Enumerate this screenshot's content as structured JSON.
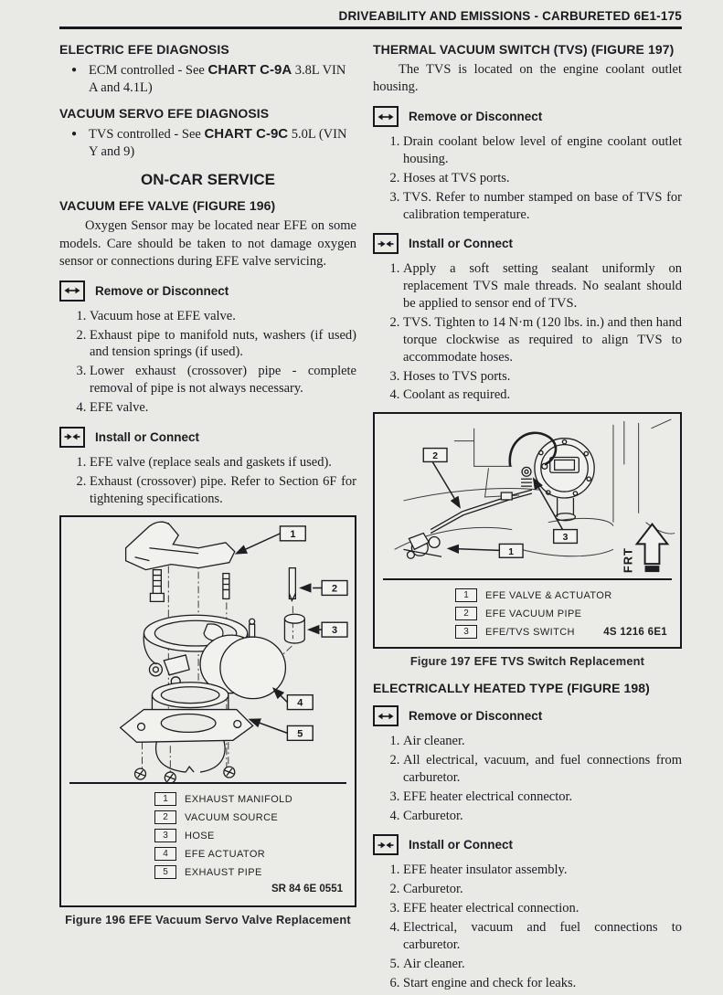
{
  "header": {
    "title": "DRIVEABILITY AND EMISSIONS - CARBURETED 6E1-175"
  },
  "left": {
    "s1_title": "ELECTRIC EFE DIAGNOSIS",
    "s1_bullet": {
      "pre": "ECM controlled - See ",
      "bold": "CHART C-9A",
      "post": " 3.8L VIN A and 4.1L)"
    },
    "s2_title": "VACUUM SERVO EFE DIAGNOSIS",
    "s2_bullet": {
      "pre": "TVS controlled - See ",
      "bold": "CHART C-9C",
      "post": " 5.0L (VIN Y and 9)"
    },
    "oncar_title": "ON-CAR SERVICE",
    "s3_title": "VACUUM EFE VALVE (FIGURE 196)",
    "s3_para": "Oxygen Sensor may be located near EFE on some models. Care should be taken to not damage oxygen sensor or connections during EFE valve servicing.",
    "remove_label": "Remove or Disconnect",
    "remove_items": [
      "Vacuum hose at EFE valve.",
      "Exhaust pipe to manifold nuts, washers (if used) and tension springs (if used).",
      "Lower exhaust (crossover) pipe - complete removal of pipe is not always necessary.",
      "EFE valve."
    ],
    "install_label": "Install or Connect",
    "install_items": [
      "EFE valve (replace seals and gaskets if used).",
      "Exhaust (crossover) pipe. Refer to Section 6F for tightening specifications."
    ],
    "fig196": {
      "callouts": [
        "1",
        "2",
        "3",
        "4",
        "5"
      ],
      "legend": [
        {
          "num": "1",
          "label": "EXHAUST MANIFOLD"
        },
        {
          "num": "2",
          "label": "VACUUM SOURCE"
        },
        {
          "num": "3",
          "label": "HOSE"
        },
        {
          "num": "4",
          "label": "EFE ACTUATOR"
        },
        {
          "num": "5",
          "label": "EXHAUST PIPE"
        }
      ],
      "code": "SR 84 6E 0551",
      "caption": "Figure 196 EFE Vacuum Servo Valve Replacement"
    }
  },
  "right": {
    "s1_title": "THERMAL VACUUM SWITCH (TVS) (FIGURE 197)",
    "s1_para": "The TVS is located on the engine coolant outlet housing.",
    "remove_label": "Remove or Disconnect",
    "remove_items": [
      "Drain coolant below level of engine coolant outlet housing.",
      "Hoses at TVS ports.",
      "TVS. Refer to number stamped on base of TVS for calibration temperature."
    ],
    "install_label": "Install or Connect",
    "install_items": [
      "Apply a soft setting sealant uniformly on replacement TVS male threads. No sealant should be applied to sensor end of TVS.",
      "TVS. Tighten to 14 N·m (120 lbs. in.) and then hand torque clockwise as required to align TVS to accommodate hoses.",
      "Hoses to TVS ports.",
      "Coolant as required."
    ],
    "fig197": {
      "callouts": [
        "1",
        "2",
        "3"
      ],
      "frt": "FRT",
      "legend": [
        {
          "num": "1",
          "label": "EFE VALVE & ACTUATOR"
        },
        {
          "num": "2",
          "label": "EFE VACUUM PIPE"
        },
        {
          "num": "3",
          "label": "EFE/TVS SWITCH"
        }
      ],
      "code": "4S 1216 6E1",
      "caption": "Figure 197 EFE TVS Switch Replacement"
    },
    "s2_title": "ELECTRICALLY HEATED TYPE (FIGURE 198)",
    "remove2_label": "Remove or Disconnect",
    "remove2_items": [
      "Air cleaner.",
      "All electrical, vacuum, and fuel connections from carburetor.",
      "EFE heater electrical connector.",
      "Carburetor."
    ],
    "install2_label": "Install or Connect",
    "install2_items": [
      "EFE heater insulator assembly.",
      "Carburetor.",
      "EFE heater electrical connection.",
      "Electrical, vacuum and fuel connections to carburetor.",
      "Air cleaner.",
      "Start engine and check for leaks."
    ]
  }
}
